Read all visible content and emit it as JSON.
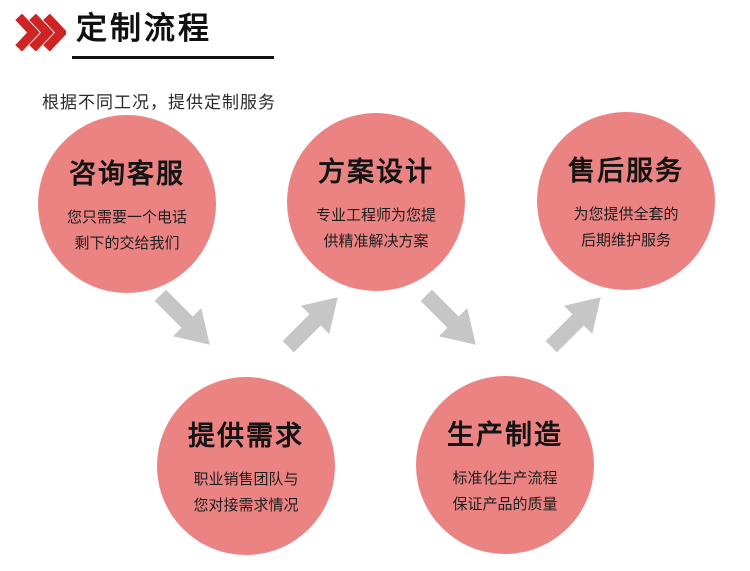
{
  "header": {
    "title": "定制流程",
    "subtitle": "根据不同工况，提供定制服务"
  },
  "steps": [
    {
      "title": "咨询客服",
      "desc": "您只需要一个电话\n剩下的交给我们"
    },
    {
      "title": "提供需求",
      "desc": "职业销售团队与\n您对接需求情况"
    },
    {
      "title": "方案设计",
      "desc": "专业工程师为您提\n供精准解决方案"
    },
    {
      "title": "生产制造",
      "desc": "标准化生产流程\n保证产品的质量"
    },
    {
      "title": "售后服务",
      "desc": "为您提供全套的\n后期维护服务"
    }
  ],
  "colors": {
    "accent_red": "#d02323",
    "circle_fill": "#eb8383",
    "arrow_gray": "#c6c6c6"
  }
}
